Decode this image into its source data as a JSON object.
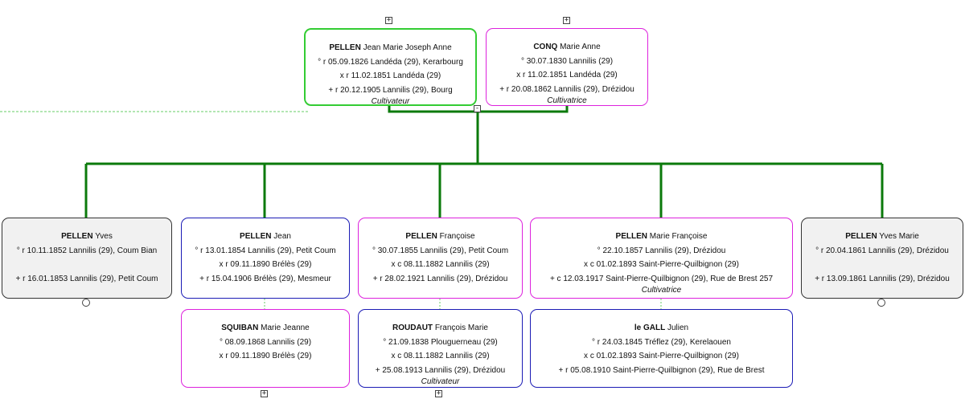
{
  "colors": {
    "line": "#0b7a0b",
    "male": "#1b1bb5",
    "female": "#dd22dd",
    "unknown": "#222",
    "selected": "#33cc33",
    "dashed": "#66cc66"
  },
  "expand_symbol": "+",
  "collapse_symbol": "-",
  "parents": [
    {
      "surname": "PELLEN",
      "given": "Jean Marie Joseph Anne",
      "lines": [
        "° r 05.09.1826 Landéda (29), Kerarbourg",
        "x r 11.02.1851 Landéda (29)",
        "+ r 20.12.1905 Lannilis (29), Bourg"
      ],
      "occupation": "Cultivateur"
    },
    {
      "surname": "CONQ",
      "given": "Marie Anne",
      "lines": [
        "° 30.07.1830 Lannilis (29)",
        "x r 11.02.1851 Landéda (29)",
        "+ r 20.08.1862 Lannilis (29), Drézidou"
      ],
      "occupation": "Cultivatrice"
    }
  ],
  "children": [
    {
      "surname": "PELLEN",
      "given": "Yves",
      "lines": [
        "° r 10.11.1852 Lannilis (29), Coum Bian",
        "",
        "+ r 16.01.1853 Lannilis (29), Petit Coum"
      ],
      "occupation": ""
    },
    {
      "surname": "PELLEN",
      "given": "Jean",
      "lines": [
        "° r 13.01.1854 Lannilis (29), Petit Coum",
        "x r 09.11.1890 Brélès (29)",
        "+ r 15.04.1906 Brélès (29), Mesmeur"
      ],
      "occupation": ""
    },
    {
      "surname": "PELLEN",
      "given": "Françoise",
      "lines": [
        "° 30.07.1855 Lannilis (29), Petit Coum",
        "x c 08.11.1882 Lannilis (29)",
        "+ r 28.02.1921 Lannilis (29), Drézidou"
      ],
      "occupation": ""
    },
    {
      "surname": "PELLEN",
      "given": "Marie Françoise",
      "lines": [
        "° 22.10.1857 Lannilis (29), Drézidou",
        "x c 01.02.1893 Saint-Pierre-Quilbignon (29)",
        "+ c 12.03.1917 Saint-Pierre-Quilbignon (29), Rue de Brest 257"
      ],
      "occupation": "Cultivatrice"
    },
    {
      "surname": "PELLEN",
      "given": "Yves Marie",
      "lines": [
        "° r 20.04.1861 Lannilis (29), Drézidou",
        "",
        "+ r 13.09.1861 Lannilis (29), Drézidou"
      ],
      "occupation": ""
    }
  ],
  "spouses": [
    {
      "surname": "SQUIBAN",
      "given": "Marie Jeanne",
      "lines": [
        "° 08.09.1868 Lannilis (29)",
        "x r 09.11.1890 Brélès (29)"
      ],
      "occupation": ""
    },
    {
      "surname": "ROUDAUT",
      "given": "François Marie",
      "lines": [
        "° 21.09.1838 Plouguerneau (29)",
        "x c 08.11.1882 Lannilis (29)",
        "+ 25.08.1913 Lannilis (29), Drézidou"
      ],
      "occupation": "Cultivateur"
    },
    {
      "surname": "le GALL",
      "given": "Julien",
      "lines": [
        "° r 24.03.1845 Tréflez (29), Kerelaouen",
        "x c 01.02.1893 Saint-Pierre-Quilbignon (29)",
        "+ r 05.08.1910 Saint-Pierre-Quilbignon (29), Rue de Brest"
      ],
      "occupation": ""
    }
  ]
}
